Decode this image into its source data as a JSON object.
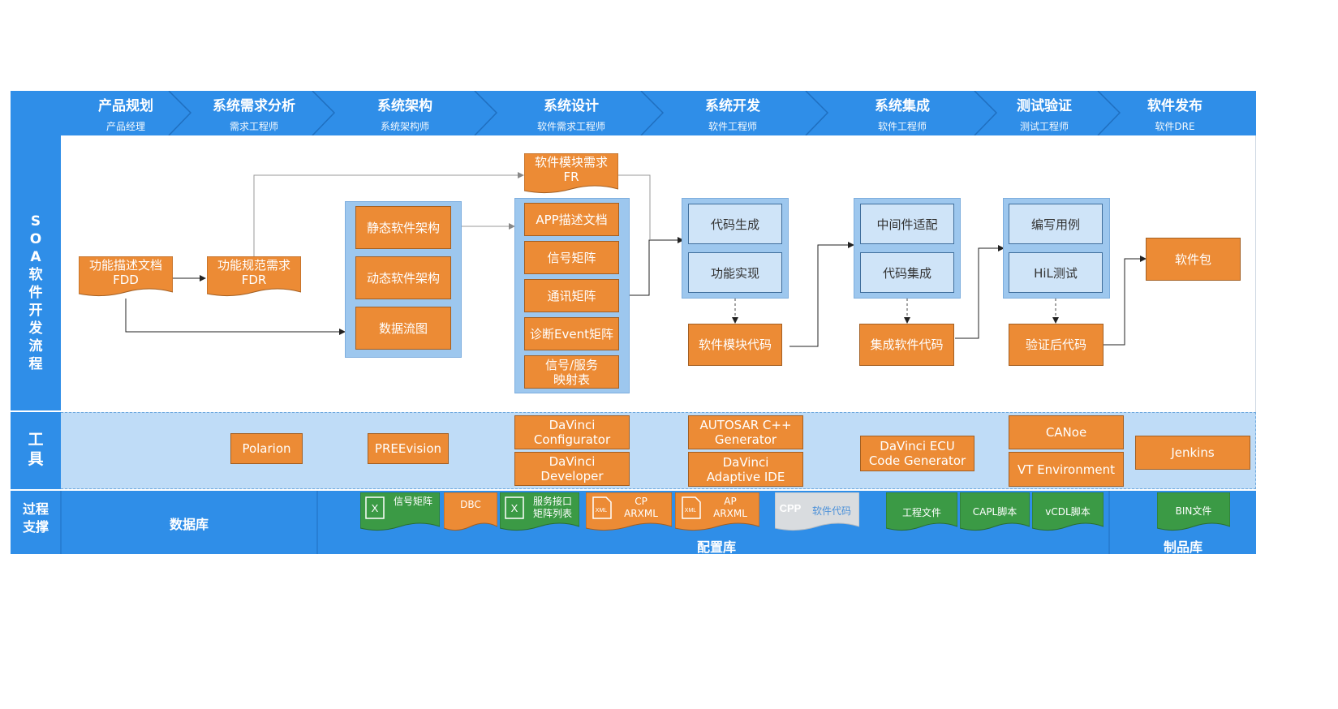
{
  "colors": {
    "header_blue": "#2f8ee8",
    "orange": "#ec8b35",
    "light_blue": "#cfe4f8",
    "group_blue": "#9dc7ee",
    "green": "#3b9a45",
    "gray": "#d9dcdf"
  },
  "phases": [
    {
      "title": "产品规划",
      "role": "产品经理"
    },
    {
      "title": "系统需求分析",
      "role": "需求工程师"
    },
    {
      "title": "系统架构",
      "role": "系统架构师"
    },
    {
      "title": "系统设计",
      "role": "软件需求工程师"
    },
    {
      "title": "系统开发",
      "role": "软件工程师"
    },
    {
      "title": "系统集成",
      "role": "软件工程师"
    },
    {
      "title": "测试验证",
      "role": "测试工程师"
    },
    {
      "title": "软件发布",
      "role": "软件DRE"
    }
  ],
  "rows": {
    "soa": "SOA软件开发流程",
    "tools": "工具",
    "support": "过程支撑"
  },
  "docs": {
    "fdd": [
      "功能描述文档",
      "FDD"
    ],
    "fdr": [
      "功能规范需求",
      "FDR"
    ],
    "fr": [
      "软件模块需求",
      "FR"
    ]
  },
  "architecture": [
    "静态软件架构",
    "动态软件架构",
    "数据流图"
  ],
  "design": [
    "APP描述文档",
    "信号矩阵",
    "通讯矩阵",
    "诊断Event矩阵",
    "信号/服务映射表"
  ],
  "dev": {
    "steps": [
      "代码生成",
      "功能实现"
    ],
    "output": "软件模块代码"
  },
  "integration": {
    "steps": [
      "中间件适配",
      "代码集成"
    ],
    "output": "集成软件代码"
  },
  "testing": {
    "steps": [
      "编写用例",
      "HiL测试"
    ],
    "output": "验证后代码"
  },
  "release": {
    "output": "软件包"
  },
  "tools": {
    "polarion": "Polarion",
    "preevision": "PREEvision",
    "davinci_configurator": "DaVinci Configurator",
    "davinci_developer": "DaVinci Developer",
    "autosar_generator": "AUTOSAR C++ Generator",
    "davinci_adaptive_ide": "DaVinci Adaptive IDE",
    "davinci_ecu": "DaVinci ECU Code Generator",
    "canoe": "CANoe",
    "vt_environment": "VT Environment",
    "jenkins": "Jenkins"
  },
  "support": {
    "database": "数据库",
    "config_repo": "配置库",
    "artifact_repo": "制品库",
    "config_items": [
      {
        "label": "信号矩阵",
        "icon": "excel-icon",
        "color": "green"
      },
      {
        "label": "DBC",
        "icon": "",
        "color": "orange"
      },
      {
        "label": "服务接口矩阵列表",
        "icon": "excel-icon",
        "color": "green"
      },
      {
        "label": "CP ARXML",
        "icon": "xml-icon",
        "color": "orange"
      },
      {
        "label": "AP ARXML",
        "icon": "xml-icon",
        "color": "orange"
      },
      {
        "label": "软件代码",
        "icon": "cpp-icon",
        "color": "gray"
      },
      {
        "label": "工程文件",
        "icon": "",
        "color": "green"
      },
      {
        "label": "CAPL脚本",
        "icon": "",
        "color": "green"
      },
      {
        "label": "vCDL脚本",
        "icon": "",
        "color": "green"
      }
    ],
    "artifact_items": [
      {
        "label": "BIN文件",
        "color": "green"
      }
    ]
  }
}
